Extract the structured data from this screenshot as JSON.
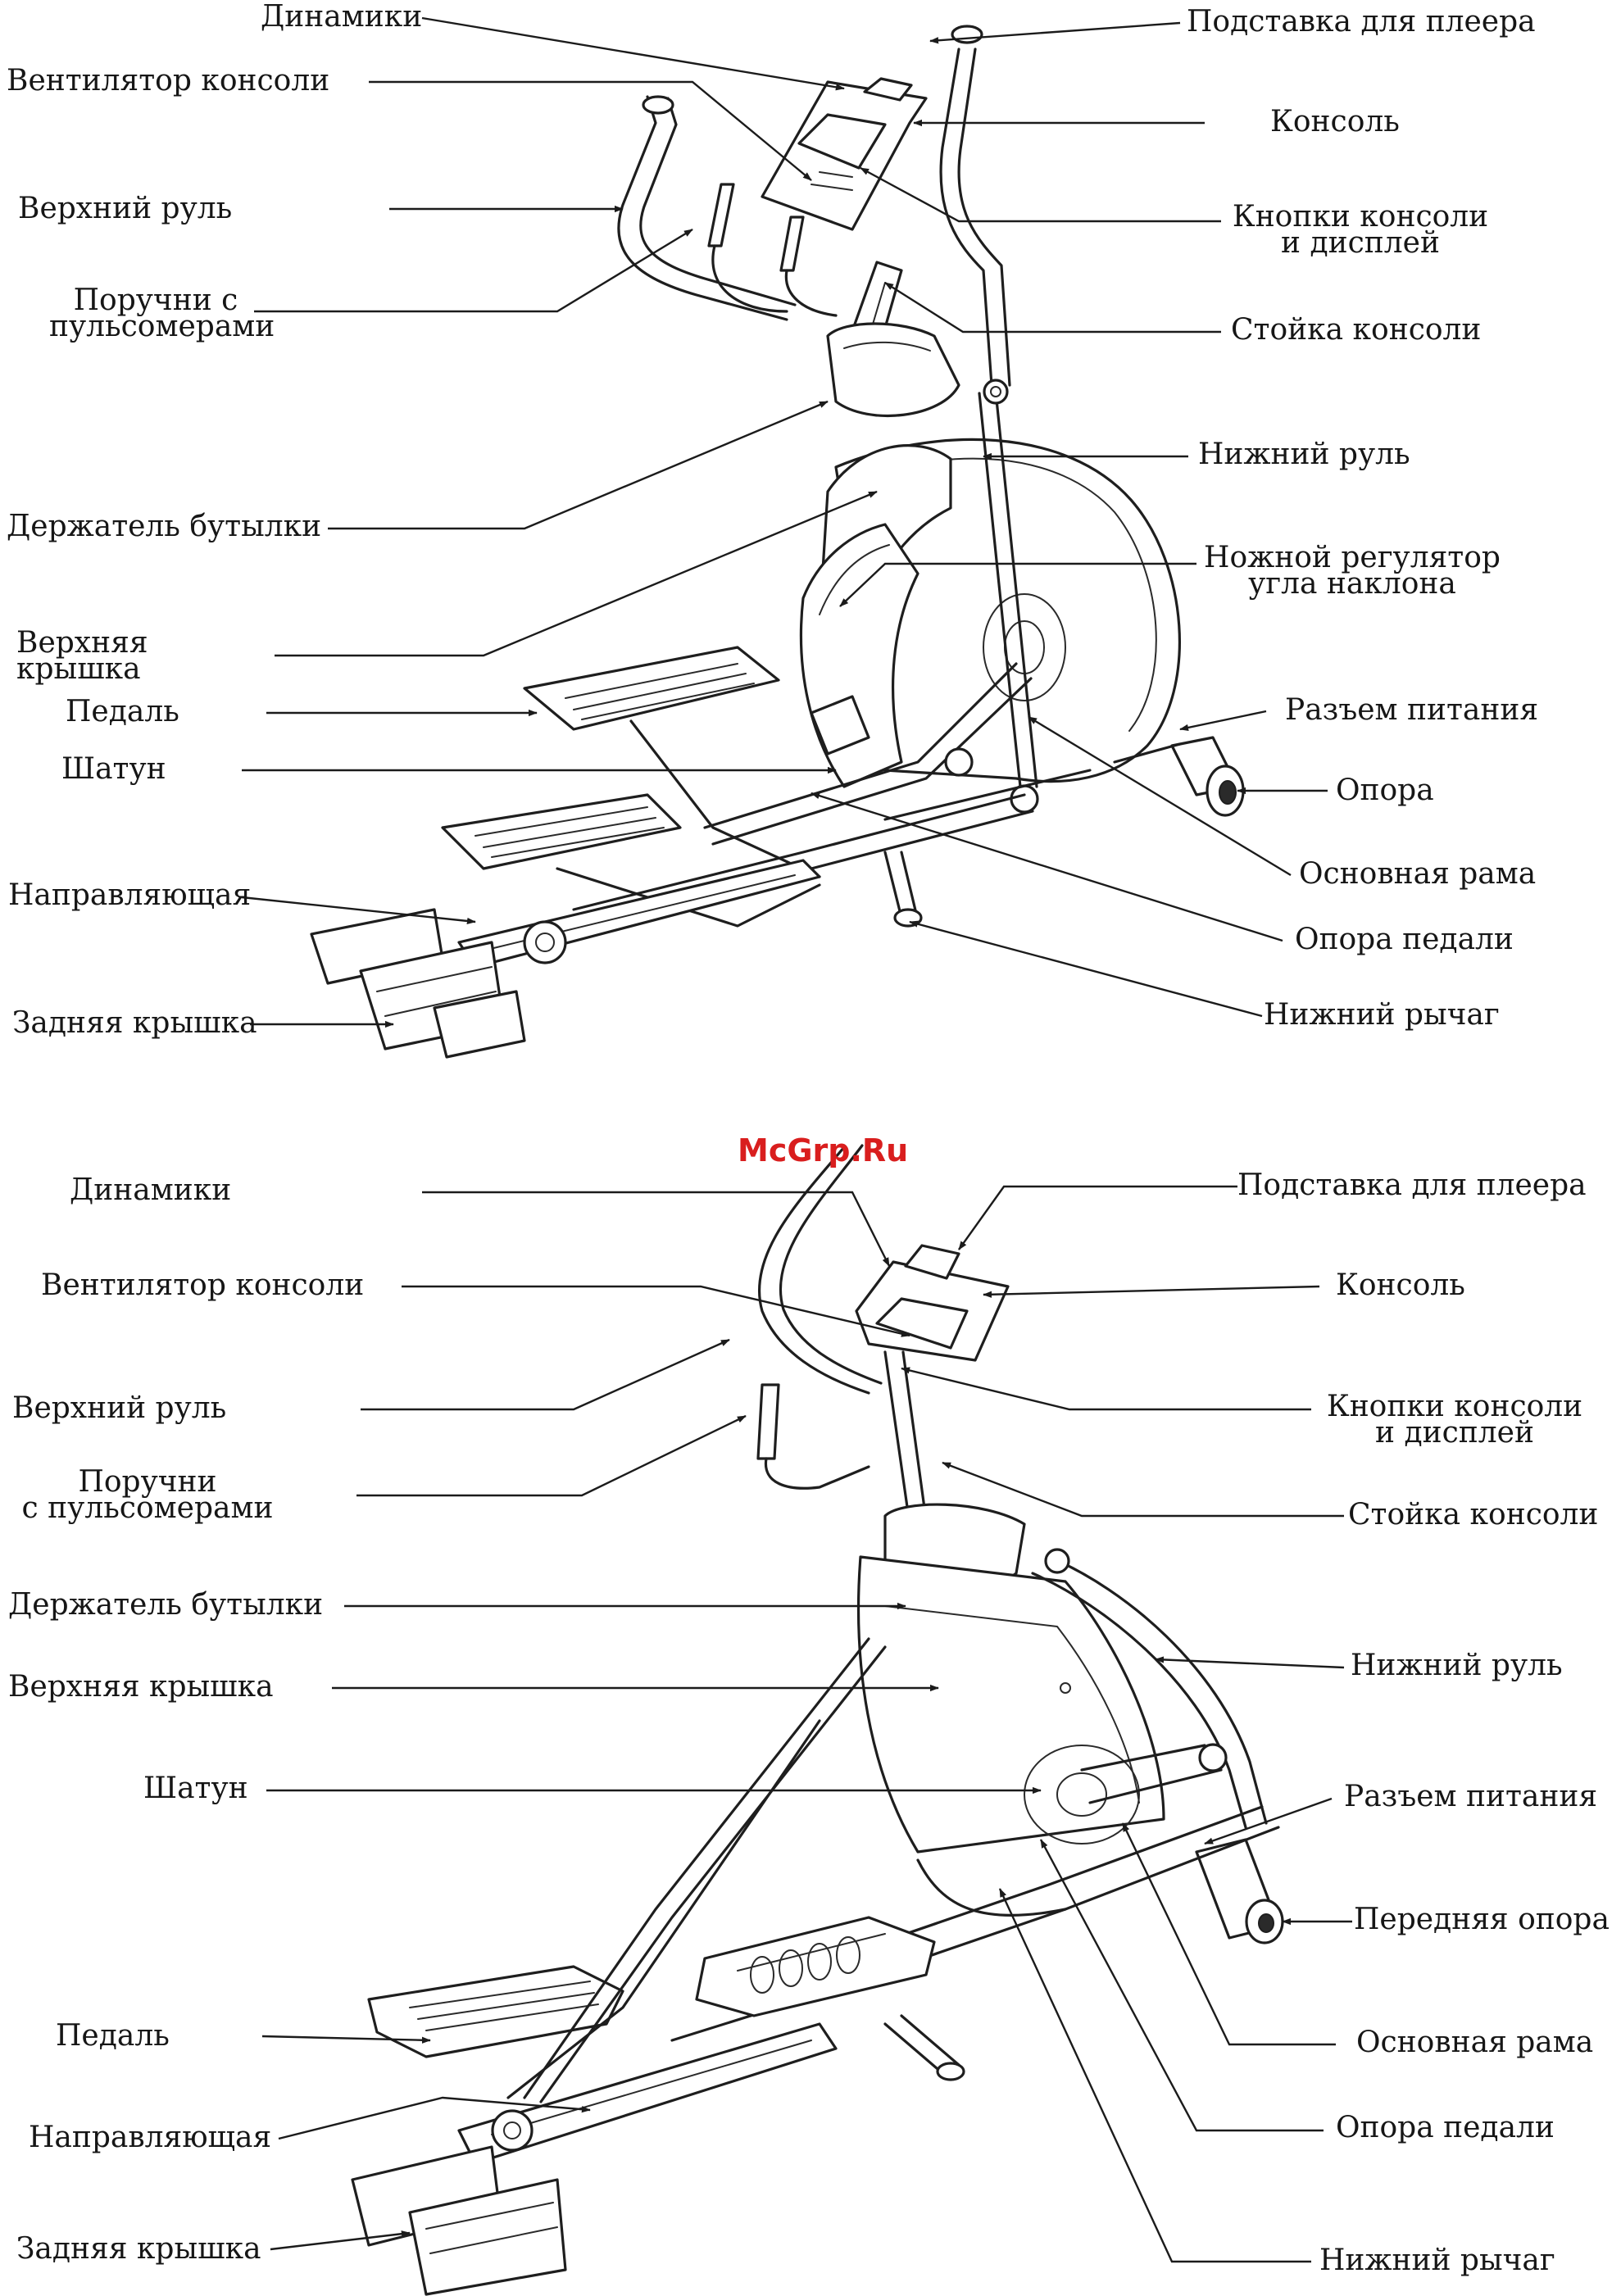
{
  "watermark": "McGrp.Ru",
  "diagrams": [
    {
      "labels": {
        "speakers": "Динамики",
        "console_fan": "Вентилятор консоли",
        "upper_handlebar": "Верхний руль",
        "pulse_grips_1": "Поручни с",
        "pulse_grips_2": "пульсомерами",
        "bottle_holder": "Держатель бутылки",
        "top_cover_1": "Верхняя",
        "top_cover_2": "крышка",
        "pedal": "Педаль",
        "crank_arm": "Шатун",
        "guide_rail": "Направляющая",
        "rear_cover": "Задняя крышка",
        "player_stand": "Подставка для плеера",
        "console": "Консоль",
        "console_buttons_1": "Кнопки консоли",
        "console_buttons_2": "и дисплей",
        "console_mast": "Стойка консоли",
        "lower_handlebar": "Нижний руль",
        "incline_control_1": "Ножной регулятор",
        "incline_control_2": "угла наклона",
        "power_jack": "Разъем питания",
        "stabilizer": "Опора",
        "main_frame": "Основная рама",
        "pedal_support": "Опора педали",
        "lower_arm": "Нижний рычаг"
      }
    },
    {
      "labels": {
        "speakers": "Динамики",
        "console_fan": "Вентилятор консоли",
        "upper_handlebar": "Верхний руль",
        "pulse_grips_1": "Поручни",
        "pulse_grips_2": "с пульсомерами",
        "bottle_holder": "Держатель бутылки",
        "top_cover": "Верхняя крышка",
        "crank_arm": "Шатун",
        "pedal": "Педаль",
        "guide_rail": "Направляющая",
        "rear_cover": "Задняя крышка",
        "player_stand": "Подставка для плеера",
        "console": "Консоль",
        "console_buttons_1": "Кнопки консоли",
        "console_buttons_2": "и дисплей",
        "console_mast": "Стойка консоли",
        "lower_handlebar": "Нижний руль",
        "power_jack": "Разъем питания",
        "front_stabilizer": "Передняя опора",
        "main_frame": "Основная рама",
        "pedal_support": "Опора педали",
        "lower_arm": "Нижний рычаг"
      }
    }
  ]
}
